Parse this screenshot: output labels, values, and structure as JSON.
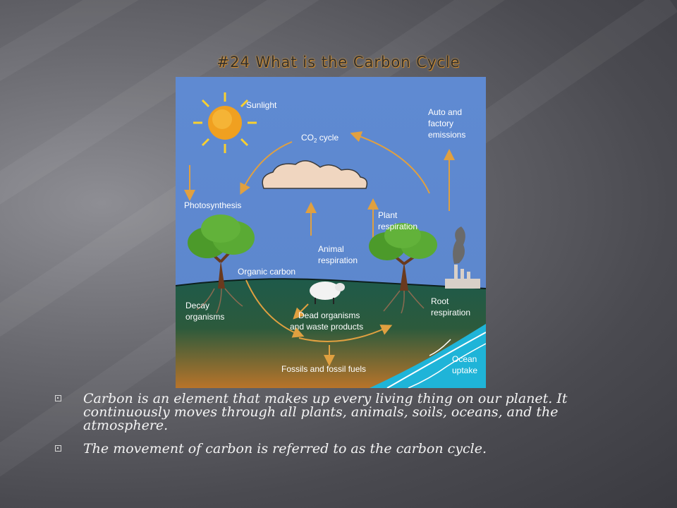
{
  "slide": {
    "title": "#24 What is the Carbon Cycle"
  },
  "diagram": {
    "labels": {
      "sunlight": "Sunlight",
      "auto_1": "Auto and",
      "auto_2": "factory",
      "auto_3": "emissions",
      "co2": "CO",
      "co2_sub": "2",
      "co2_rest": " cycle",
      "photosynthesis": "Photosynthesis",
      "plant_1": "Plant",
      "plant_2": "respiration",
      "animal_1": "Animal",
      "animal_2": "respiration",
      "organic": "Organic carbon",
      "decay_1": "Decay",
      "decay_2": "organisms",
      "dead_1": "Dead organisms",
      "dead_2": "and waste products",
      "root_1": "Root",
      "root_2": "respiration",
      "fossils": "Fossils and fossil fuels",
      "ocean_1": "Ocean",
      "ocean_2": "uptake"
    },
    "colors": {
      "sky": "#5a86cf",
      "ground": "#1e5a4a",
      "arrow": "#e0a040",
      "ocean": "#1fb4d8",
      "sun": "#f0a020"
    }
  },
  "bullets": [
    "Carbon is an element that makes up every living thing on our planet. It continuously moves through all plants, animals, soils, oceans, and the atmosphere.",
    "The movement of carbon is referred to as the carbon cycle."
  ]
}
